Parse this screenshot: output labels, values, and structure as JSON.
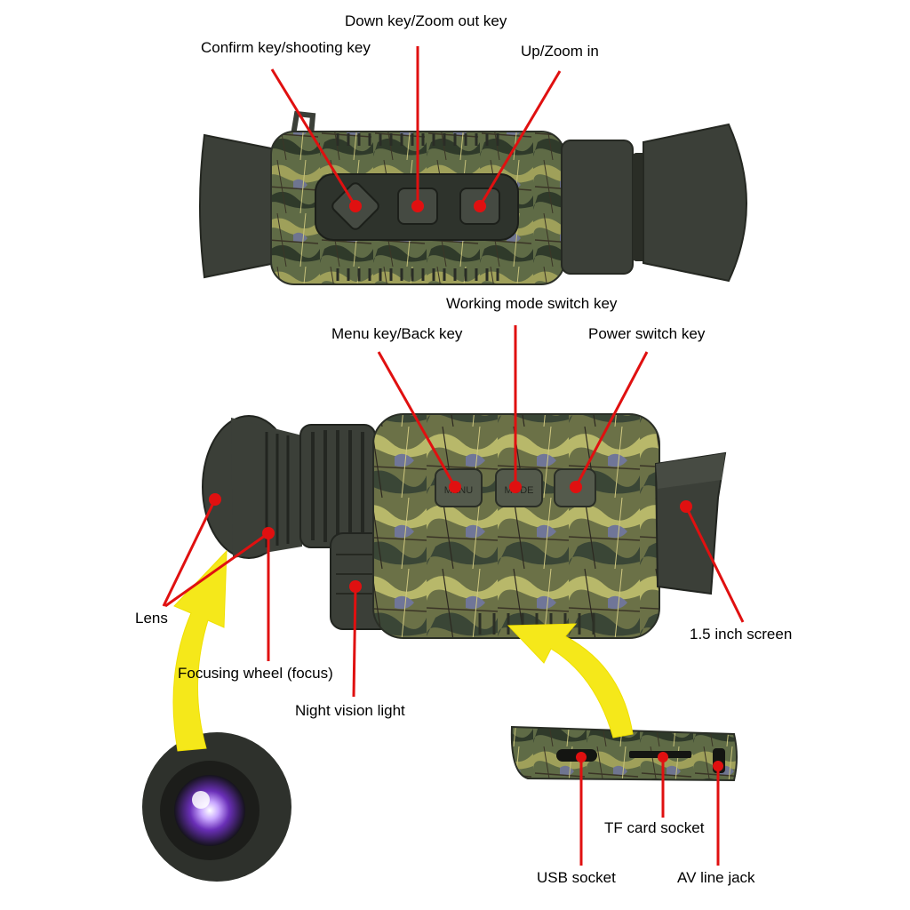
{
  "colors": {
    "leader": "#e01010",
    "arrow": "#f5e81a",
    "rubber": "#3b3f38",
    "rubber_light": "#565b52",
    "camo_base": "#5f6b46",
    "camo_light": "#b8b86a",
    "camo_dark": "#2f3a2a",
    "camo_blue": "#6f7590"
  },
  "labels": {
    "down_zoom_out": "Down key/Zoom out key",
    "confirm_shoot": "Confirm key/shooting key",
    "up_zoom_in": "Up/Zoom in",
    "working_mode": "Working mode switch key",
    "menu_back": "Menu key/Back key",
    "power_switch": "Power switch key",
    "lens": "Lens",
    "focus_wheel": "Focusing wheel (focus)",
    "night_light": "Night vision light",
    "screen": "1.5 inch screen",
    "tf_socket": "TF card socket",
    "usb_socket": "USB socket",
    "av_jack": "AV line jack"
  },
  "button_text": {
    "menu": "MENU",
    "mode": "MODE"
  }
}
